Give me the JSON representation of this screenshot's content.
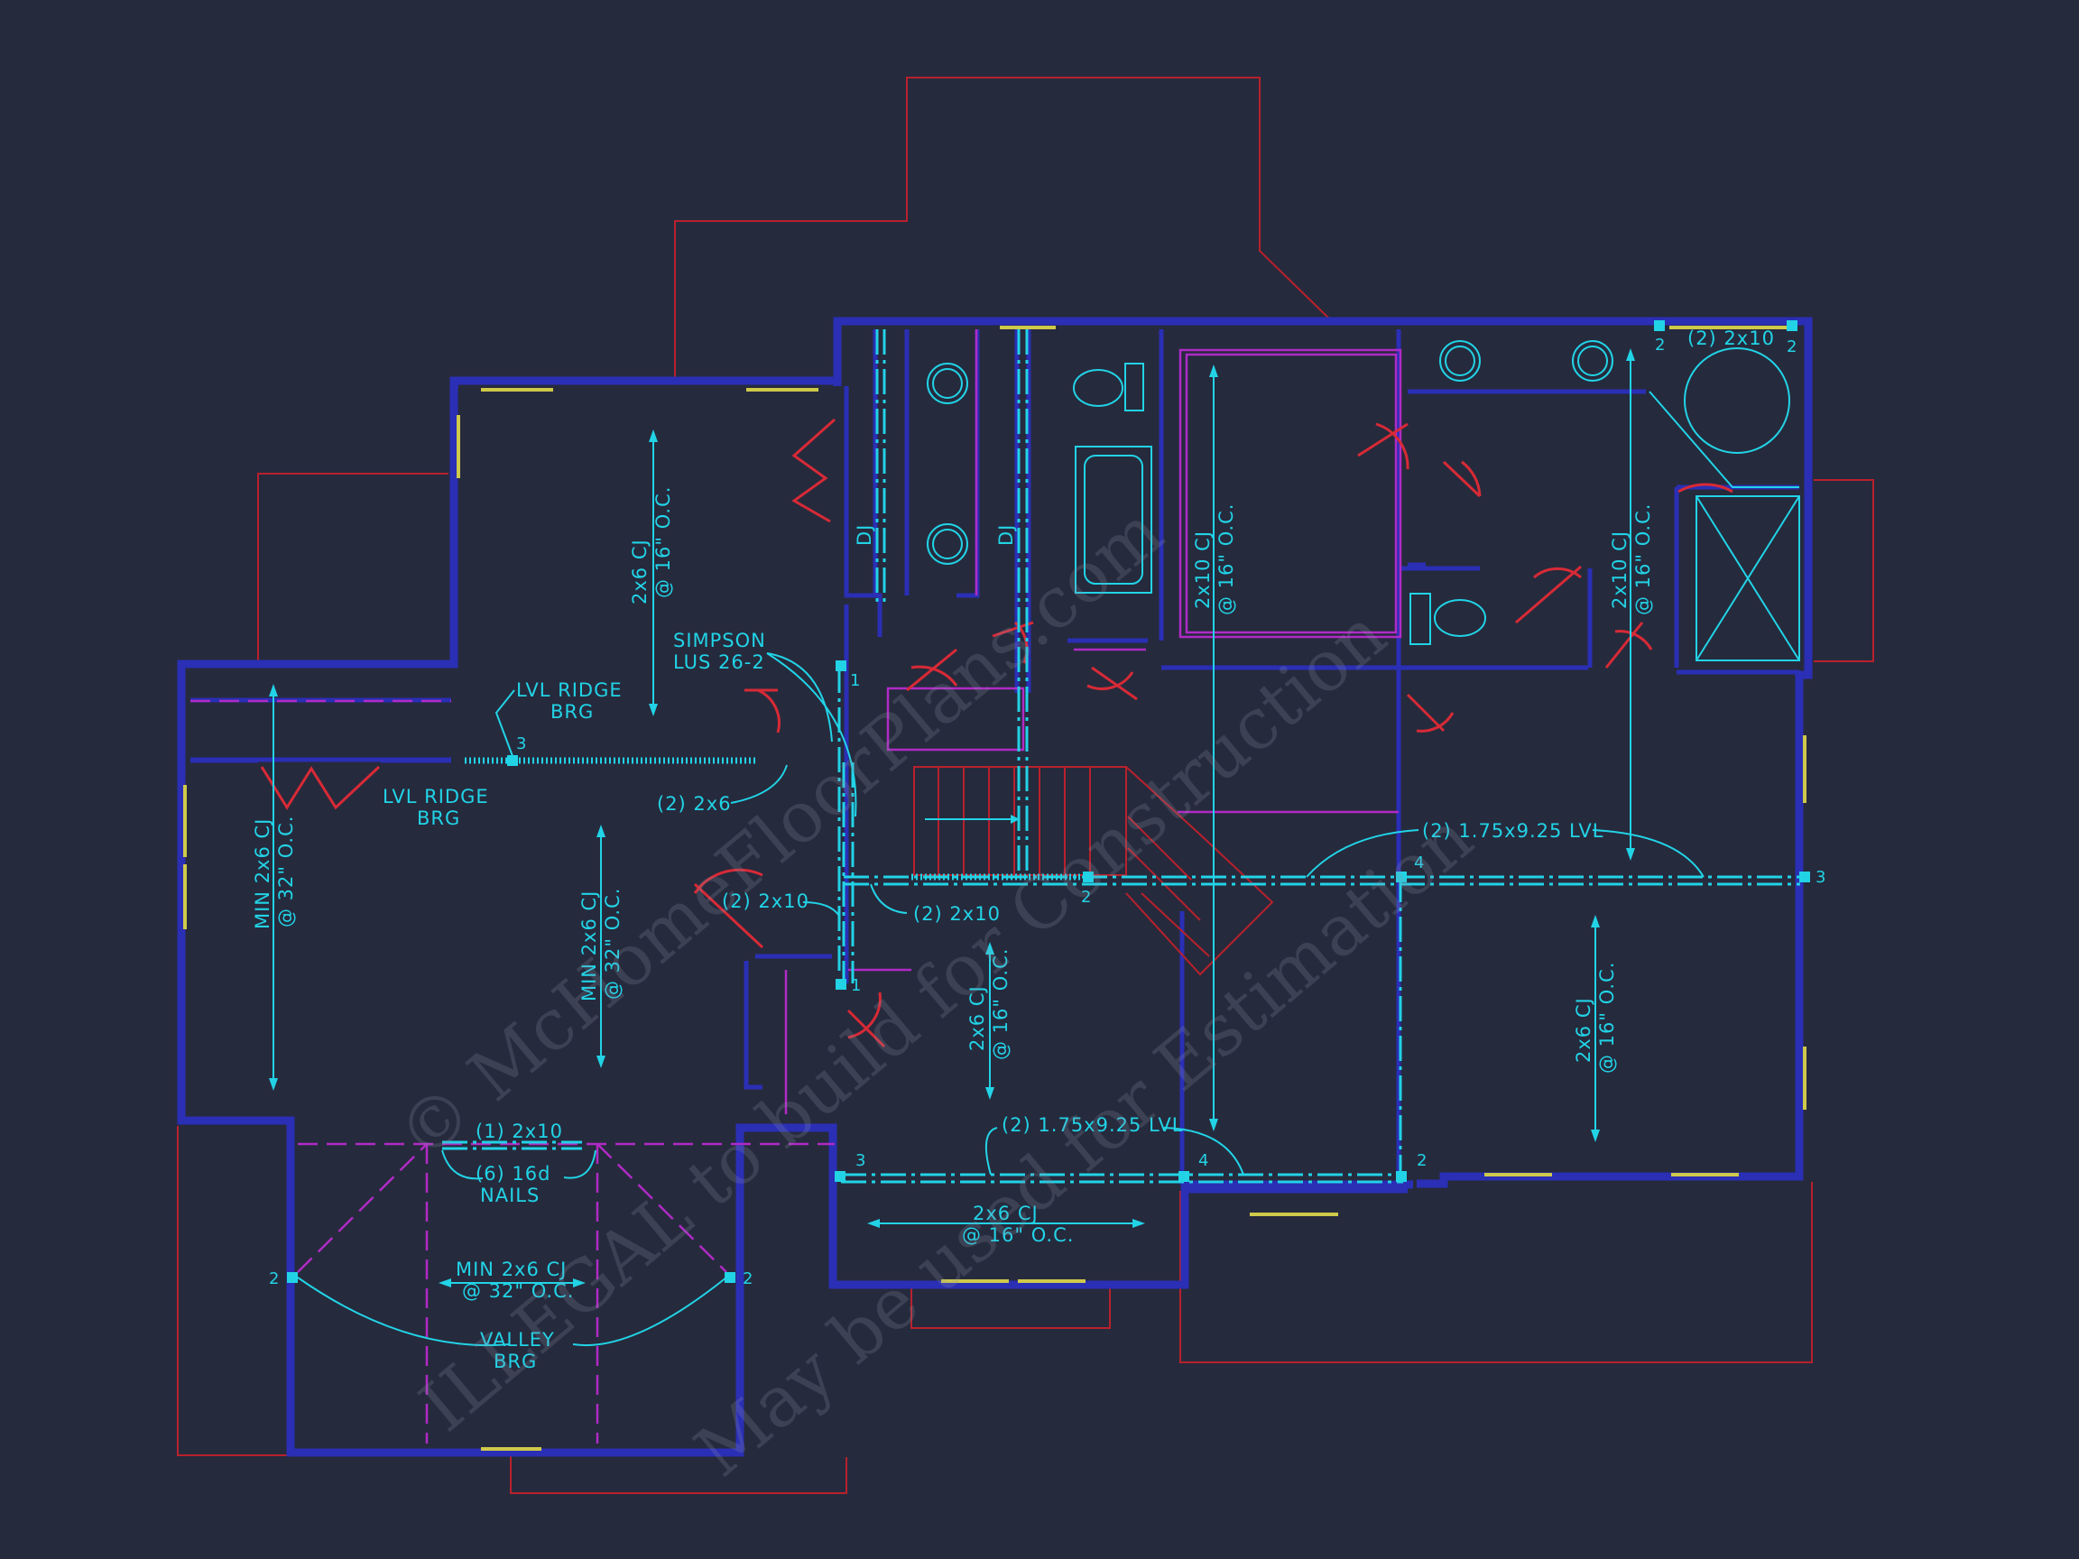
{
  "notes": {
    "cj_2x6_16_a": [
      "2x6 CJ",
      "@ 16\" O.C."
    ],
    "cj_2x10_16_a": [
      "2x10 CJ",
      "@ 16\" O.C."
    ],
    "cj_2x10_16_b": [
      "2x10 CJ",
      "@ 16\" O.C."
    ],
    "cj_2x6_16_b": [
      "2x6 CJ",
      "@ 16\" O.C."
    ],
    "cj_2x6_16_c": [
      "2x6 CJ",
      "@ 16\" O.C."
    ],
    "cj_2x6_16_bottom": [
      "2x6 CJ",
      "@ 16\" O.C."
    ],
    "min_2x6_32_left": [
      "MIN 2x6 CJ",
      "@ 32\" O.C."
    ],
    "min_2x6_32_mid": [
      "MIN 2x6 CJ",
      "@ 32\" O.C."
    ],
    "min_2x6_32_porch": [
      "MIN 2x6 CJ",
      "@ 32\" O.C."
    ],
    "lvl_ridge_brg_top": [
      "LVL RIDGE",
      "BRG"
    ],
    "lvl_ridge_brg_bot": [
      "LVL RIDGE",
      "BRG"
    ],
    "simpson": [
      "SIMPSON",
      "LUS 26-2"
    ],
    "two_2x6": "(2) 2x6",
    "two_2x10_left": "(2) 2x10",
    "two_2x10_mid": "(2) 2x10",
    "two_2x10_top": "(2) 2x10",
    "lvl_beam_upper": "(2) 1.75x9.25 LVL",
    "lvl_beam_lower": "(2) 1.75x9.25 LVL",
    "one_2x10": "(1) 2x10",
    "nails": [
      "(6) 16d",
      "NAILS"
    ],
    "valley_brg": [
      "VALLEY",
      "BRG"
    ],
    "dj_left": "DJ",
    "dj_right": "DJ"
  },
  "post_numbers": {
    "p_simpson": "1",
    "p_lvl_ridge": "3",
    "p_stair": "2",
    "p_lower_left": "1",
    "p_mid_beam": "4",
    "p_right_beam": "3",
    "p_bot_left": "3",
    "p_bot_mid": "4",
    "p_bot_right": "2",
    "p_tr_left": "2",
    "p_tr_right": "2",
    "p_valley_left": "2",
    "p_valley_right": "2"
  },
  "watermark": {
    "line1": "© McHomeFloorPlans.com",
    "line2": "ILLEGAL to build for Construction",
    "line3": "May be used for Estimation"
  },
  "colors": {
    "background": "#262a3d",
    "wall": "#2a2fb5",
    "roof_outline": "#b8212c",
    "annotation": "#22d3e6",
    "dashed_line": "#b02ac6",
    "window": "#cfc94a",
    "door": "#d72a36"
  }
}
